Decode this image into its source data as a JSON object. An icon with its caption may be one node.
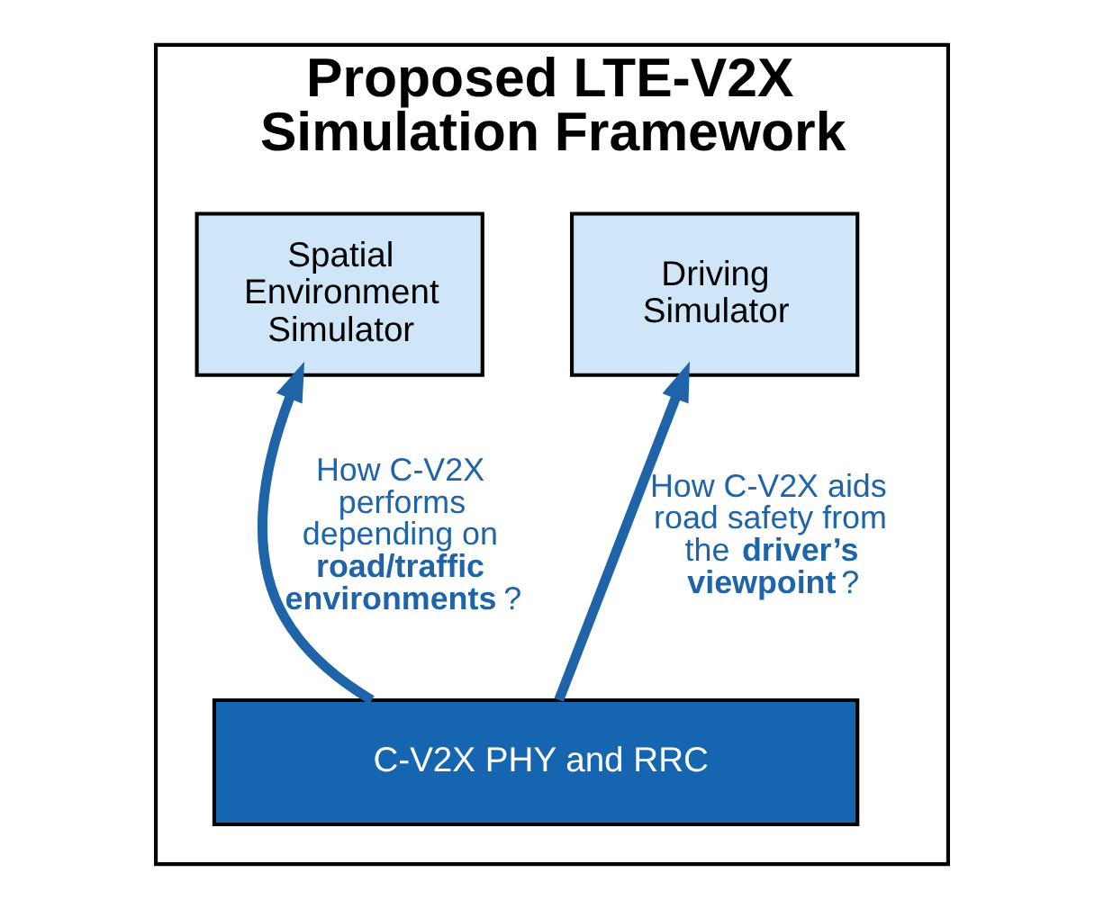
{
  "diagram": {
    "nodes": [
      {
        "text": [
          "Proposed LTE-V2X Simulation Framework"
        ]
      },
      {
        "text": [
          "Driving Simulator"
        ],
        "in": 0
      },
      {
        "text": [
          "Spatial Environment Simulator"
        ],
        "in": 0
      },
      {
        "text": [
          "C-V2X PHY and RRC"
        ],
        "in": 0
      }
    ],
    "edges": [
      {
        "from": 3,
        "to": 1,
        "arrow": "to",
        "label": "How C-V2X aids road safety from the **driver’s viewpoint**?"
      },
      {
        "from": 3,
        "to": 2,
        "arrow": "to",
        "label": "How C-V2X performs depending on **road/traffic environments**?"
      }
    ]
  }
}
